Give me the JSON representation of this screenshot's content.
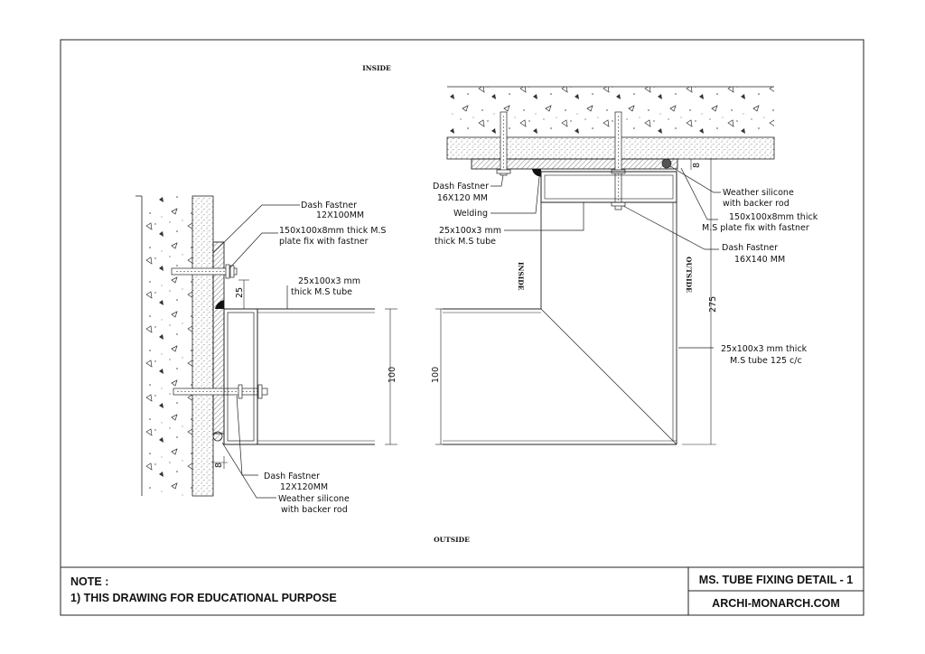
{
  "labels": {
    "inside_top": "INSIDE",
    "outside_bottom": "OUTSIDE",
    "inside_vertical": "INSIDE",
    "outside_vertical": "OUTSIDE",
    "left_dash_fastner_top_1": "Dash Fastner",
    "left_dash_fastner_top_2": "12X100MM",
    "left_plate_1": "150x100x8mm thick M.S",
    "left_plate_2": "plate fix with fastner",
    "left_tube_1": "25x100x3 mm",
    "left_tube_2": "thick M.S tube",
    "left_dim_25": "25",
    "left_dim_100a": "100",
    "left_dim_100b": "100",
    "left_dim_8": "8",
    "left_dash_fastner_bot_1": "Dash Fastner",
    "left_dash_fastner_bot_2": "12X120MM",
    "left_silicone_1": "Weather silicone",
    "left_silicone_2": "with backer rod",
    "right_dash_fastner_1": "Dash Fastner",
    "right_dash_fastner_2": "16X120 MM",
    "right_welding": "Welding",
    "right_tube_1": "25x100x3 mm",
    "right_tube_2": "thick M.S tube",
    "right_silicone_1": "Weather silicone",
    "right_silicone_2": "with backer rod",
    "right_plate_1": "150x100x8mm thick",
    "right_plate_2": "M.S plate fix with fastner",
    "right_dash_fastner_b_1": "Dash Fastner",
    "right_dash_fastner_b_2": "16X140 MM",
    "right_dim_275": "275",
    "right_dim_8": "8",
    "right_tube_cc_1": "25x100x3 mm thick",
    "right_tube_cc_2": "M.S tube 125 c/c"
  },
  "footer": {
    "note_title": "NOTE :",
    "note_line": "1) THIS DRAWING FOR EDUCATIONAL PURPOSE",
    "drawing_title": "MS. TUBE FIXING DETAIL - 1",
    "website": "ARCHI-MONARCH.COM"
  }
}
